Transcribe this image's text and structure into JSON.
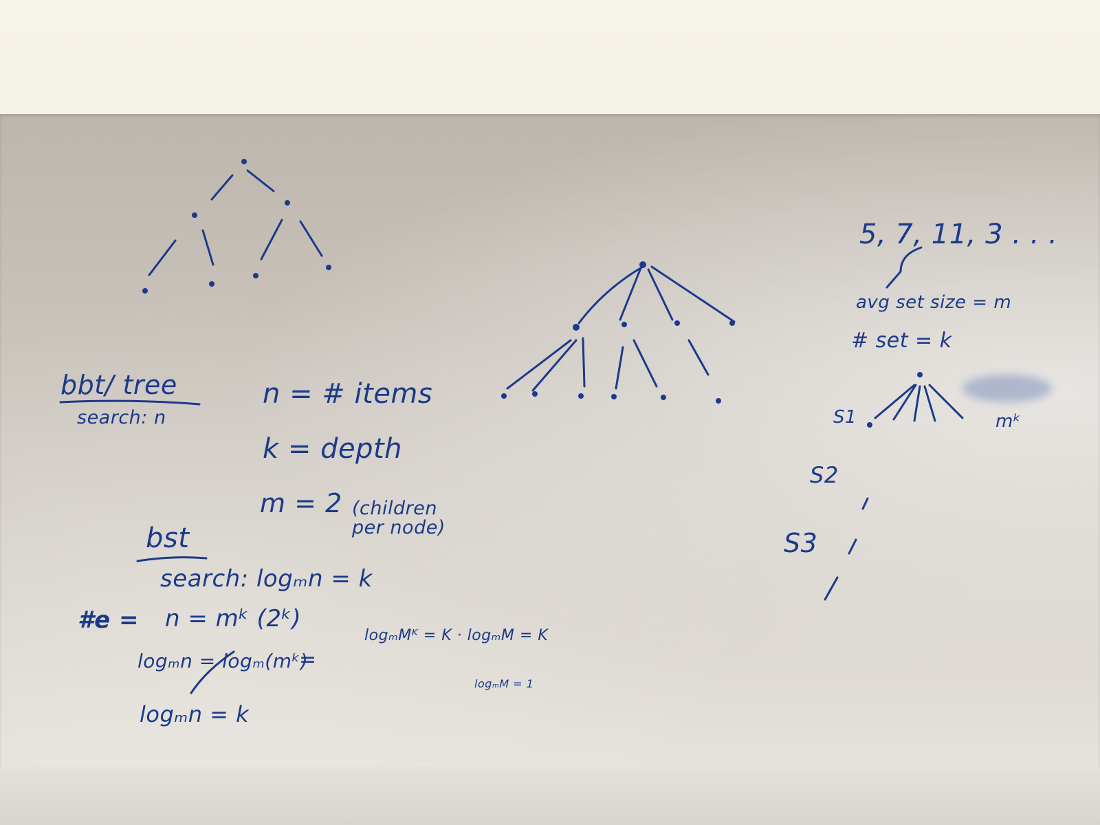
{
  "scene": "whiteboard",
  "ink_color": "#1c3a8c",
  "board_color": "#c9c3bb",
  "left_notes": {
    "bbt_title": "bbt/ tree",
    "bbt_search": "search: n",
    "bst_title": "bst",
    "bst_search": "search: logₘn = k",
    "edges": "#e =",
    "n_eq": "n = mᵏ (2ᵏ)",
    "log_line": "logₘn = logₘ(mᵏ)",
    "eq_sign": "=",
    "result": "logₘn = k"
  },
  "definitions": {
    "n": "n = # items",
    "k": "k = depth",
    "m": "m = 2",
    "m_note": "(children per node)"
  },
  "derivation": {
    "line1": "logₘMᴷ = K · logₘM = K",
    "line2": "logₘM = 1"
  },
  "right_notes": {
    "sequence": "5, 7, 11, 3 . . .",
    "avg": "avg set size = m",
    "sets": "# set = k",
    "s1": "S1",
    "mk": "mᵏ",
    "s2": "S2",
    "s3": "S3"
  }
}
